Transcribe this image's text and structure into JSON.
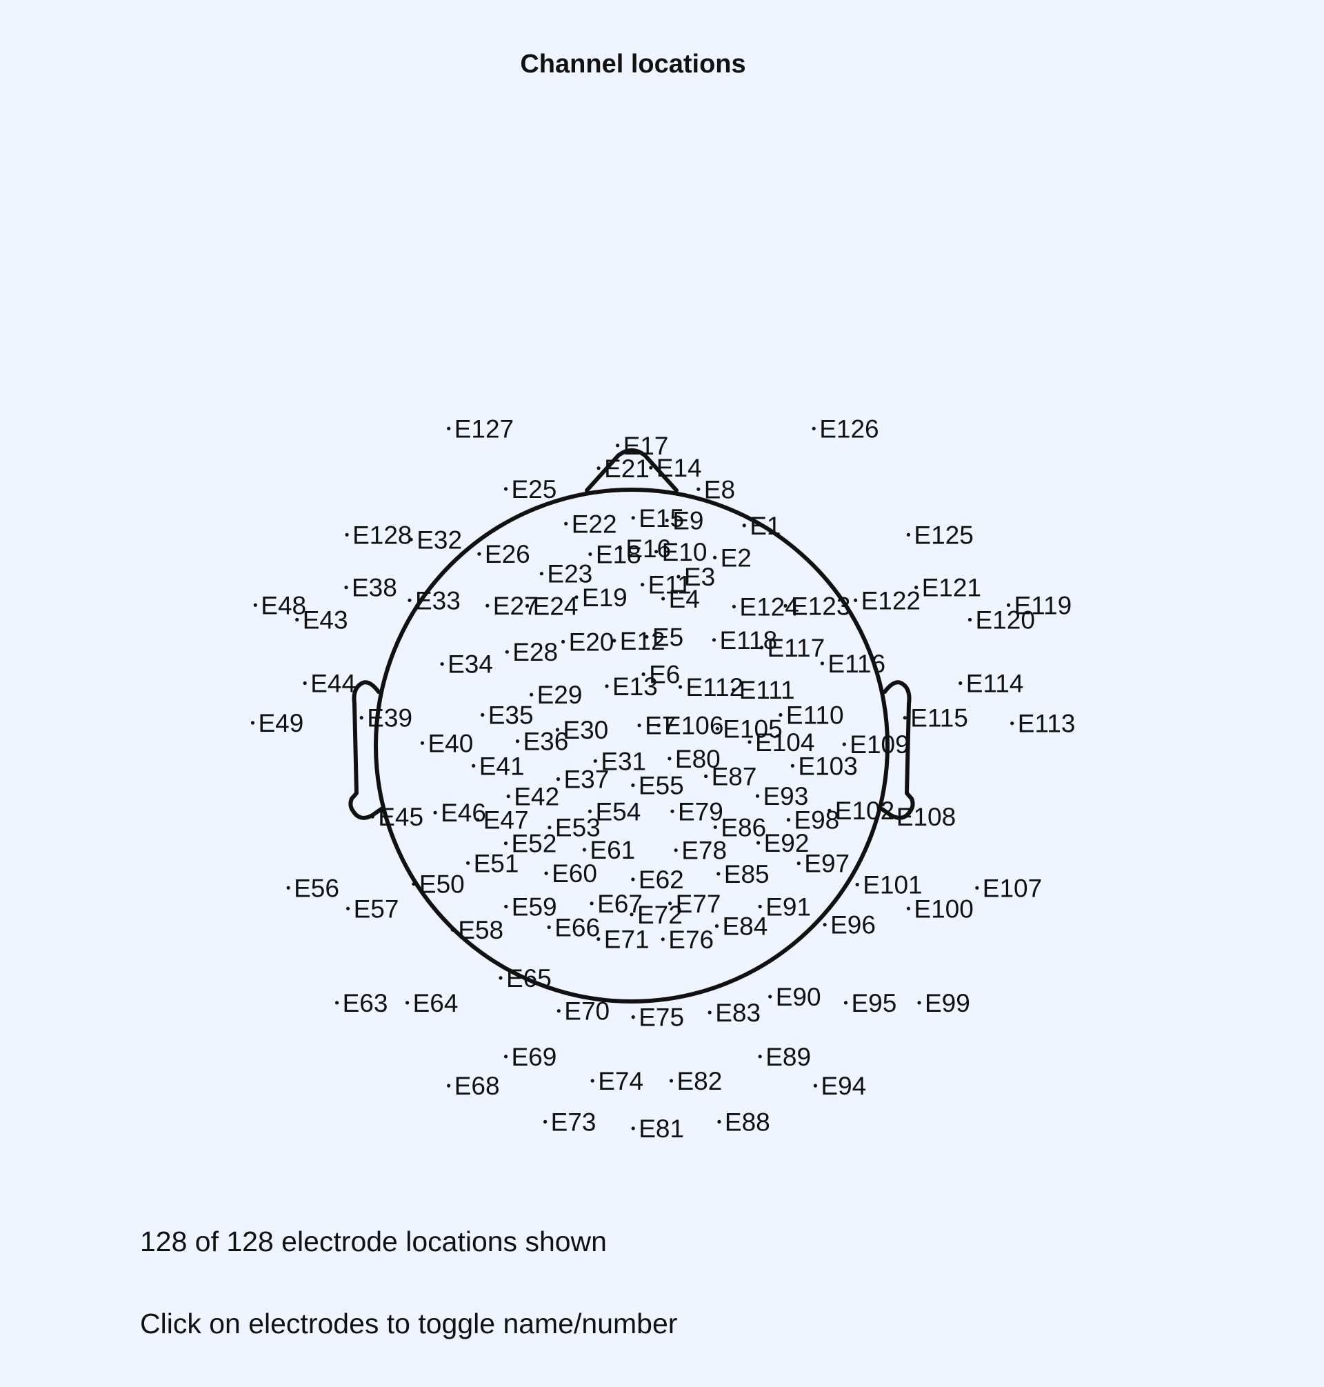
{
  "title": "Channel locations",
  "info": {
    "count_text": "128 of 128 electrode locations shown",
    "hint_text": "Click on electrodes to toggle name/number"
  },
  "electrodes": [
    {
      "label": "E1",
      "u": -0.44,
      "v": 0.86
    },
    {
      "label": "E2",
      "u": -0.325,
      "v": 0.735
    },
    {
      "label": "E3",
      "u": -0.183,
      "v": 0.66
    },
    {
      "label": "E4",
      "u": -0.123,
      "v": 0.574
    },
    {
      "label": "E5",
      "u": -0.059,
      "v": 0.425
    },
    {
      "label": "E6",
      "u": -0.046,
      "v": 0.279
    },
    {
      "label": "E7",
      "u": -0.03,
      "v": 0.079
    },
    {
      "label": "E8",
      "u": -0.261,
      "v": 1.002
    },
    {
      "label": "E9",
      "u": -0.138,
      "v": 0.88
    },
    {
      "label": "E10",
      "u": -0.096,
      "v": 0.758
    },
    {
      "label": "E11",
      "u": -0.042,
      "v": 0.629
    },
    {
      "label": "E12",
      "u": 0.068,
      "v": 0.41
    },
    {
      "label": "E13",
      "u": 0.097,
      "v": 0.232
    },
    {
      "label": "E14",
      "u": -0.075,
      "v": 1.086
    },
    {
      "label": "E15",
      "u": -0.006,
      "v": 0.89
    },
    {
      "label": "E16",
      "u": 0.045,
      "v": 0.771
    },
    {
      "label": "E17",
      "u": 0.055,
      "v": 1.173
    },
    {
      "label": "E18",
      "u": 0.162,
      "v": 0.748
    },
    {
      "label": "E19",
      "u": 0.216,
      "v": 0.58
    },
    {
      "label": "E20",
      "u": 0.268,
      "v": 0.406
    },
    {
      "label": "E21",
      "u": 0.129,
      "v": 1.084
    },
    {
      "label": "E22",
      "u": 0.257,
      "v": 0.867
    },
    {
      "label": "E23",
      "u": 0.352,
      "v": 0.672
    },
    {
      "label": "E24",
      "u": 0.408,
      "v": 0.546
    },
    {
      "label": "E25",
      "u": 0.492,
      "v": 1.003
    },
    {
      "label": "E26",
      "u": 0.596,
      "v": 0.749
    },
    {
      "label": "E27",
      "u": 0.564,
      "v": 0.547
    },
    {
      "label": "E28",
      "u": 0.487,
      "v": 0.366
    },
    {
      "label": "E29",
      "u": 0.392,
      "v": 0.199
    },
    {
      "label": "E30",
      "u": 0.29,
      "v": 0.062
    },
    {
      "label": "E31",
      "u": 0.142,
      "v": -0.06
    },
    {
      "label": "E32",
      "u": 0.862,
      "v": 0.805
    },
    {
      "label": "E33",
      "u": 0.868,
      "v": 0.568
    },
    {
      "label": "E34",
      "u": 0.741,
      "v": 0.319
    },
    {
      "label": "E35",
      "u": 0.583,
      "v": 0.12
    },
    {
      "label": "E36",
      "u": 0.446,
      "v": 0.017
    },
    {
      "label": "E37",
      "u": 0.287,
      "v": -0.131
    },
    {
      "label": "E38",
      "u": 1.116,
      "v": 0.618
    },
    {
      "label": "E39",
      "u": 1.056,
      "v": 0.109
    },
    {
      "label": "E40",
      "u": 0.818,
      "v": 0.01
    },
    {
      "label": "E41",
      "u": 0.618,
      "v": -0.079
    },
    {
      "label": "E42",
      "u": 0.482,
      "v": -0.198
    },
    {
      "label": "E43",
      "u": 1.308,
      "v": 0.492
    },
    {
      "label": "E44",
      "u": 1.277,
      "v": 0.244
    },
    {
      "label": "E45",
      "u": 1.013,
      "v": -0.278
    },
    {
      "label": "E46",
      "u": 0.768,
      "v": -0.262
    },
    {
      "label": "E47",
      "u": 0.602,
      "v": -0.29
    },
    {
      "label": "E48",
      "u": 1.471,
      "v": 0.549
    },
    {
      "label": "E49",
      "u": 1.481,
      "v": 0.089
    },
    {
      "label": "E50",
      "u": 0.852,
      "v": -0.541
    },
    {
      "label": "E51",
      "u": 0.64,
      "v": -0.459
    },
    {
      "label": "E52",
      "u": 0.492,
      "v": -0.382
    },
    {
      "label": "E53",
      "u": 0.321,
      "v": -0.32
    },
    {
      "label": "E54",
      "u": 0.163,
      "v": -0.257
    },
    {
      "label": "E55",
      "u": -0.005,
      "v": -0.155
    },
    {
      "label": "E56",
      "u": 1.342,
      "v": -0.556
    },
    {
      "label": "E57",
      "u": 1.109,
      "v": -0.637
    },
    {
      "label": "E58",
      "u": 0.7,
      "v": -0.72
    },
    {
      "label": "E59",
      "u": 0.491,
      "v": -0.629
    },
    {
      "label": "E60",
      "u": 0.334,
      "v": -0.499
    },
    {
      "label": "E61",
      "u": 0.185,
      "v": -0.407
    },
    {
      "label": "E62",
      "u": -0.005,
      "v": -0.523
    },
    {
      "label": "E63",
      "u": 1.152,
      "v": -1.005
    },
    {
      "label": "E64",
      "u": 0.877,
      "v": -1.005
    },
    {
      "label": "E65",
      "u": 0.512,
      "v": -0.908
    },
    {
      "label": "E66",
      "u": 0.323,
      "v": -0.71
    },
    {
      "label": "E67",
      "u": 0.156,
      "v": -0.617
    },
    {
      "label": "E68",
      "u": 0.715,
      "v": -1.329
    },
    {
      "label": "E69",
      "u": 0.492,
      "v": -1.215
    },
    {
      "label": "E70",
      "u": 0.285,
      "v": -1.037
    },
    {
      "label": "E71",
      "u": 0.13,
      "v": -0.756
    },
    {
      "label": "E72",
      "u": 0.0,
      "v": -0.66
    },
    {
      "label": "E73",
      "u": 0.338,
      "v": -1.47
    },
    {
      "label": "E74",
      "u": 0.153,
      "v": -1.31
    },
    {
      "label": "E75",
      "u": -0.006,
      "v": -1.061
    },
    {
      "label": "E76",
      "u": -0.122,
      "v": -0.757
    },
    {
      "label": "E77",
      "u": -0.15,
      "v": -0.617
    },
    {
      "label": "E78",
      "u": -0.173,
      "v": -0.409
    },
    {
      "label": "E79",
      "u": -0.159,
      "v": -0.257
    },
    {
      "label": "E80",
      "u": -0.148,
      "v": -0.051
    },
    {
      "label": "E81",
      "u": -0.006,
      "v": -1.496
    },
    {
      "label": "E82",
      "u": -0.155,
      "v": -1.31
    },
    {
      "label": "E83",
      "u": -0.305,
      "v": -1.043
    },
    {
      "label": "E84",
      "u": -0.333,
      "v": -0.705
    },
    {
      "label": "E85",
      "u": -0.339,
      "v": -0.501
    },
    {
      "label": "E86",
      "u": -0.327,
      "v": -0.319
    },
    {
      "label": "E87",
      "u": -0.29,
      "v": -0.12
    },
    {
      "label": "E88",
      "u": -0.342,
      "v": -1.47
    },
    {
      "label": "E89",
      "u": -0.502,
      "v": -1.215
    },
    {
      "label": "E90",
      "u": -0.541,
      "v": -0.981
    },
    {
      "label": "E91",
      "u": -0.502,
      "v": -0.629
    },
    {
      "label": "E92",
      "u": -0.495,
      "v": -0.38
    },
    {
      "label": "E93",
      "u": -0.492,
      "v": -0.197
    },
    {
      "label": "E94",
      "u": -0.718,
      "v": -1.329
    },
    {
      "label": "E95",
      "u": -0.837,
      "v": -1.005
    },
    {
      "label": "E96",
      "u": -0.755,
      "v": -0.7
    },
    {
      "label": "E97",
      "u": -0.653,
      "v": -0.46
    },
    {
      "label": "E98",
      "u": -0.613,
      "v": -0.29
    },
    {
      "label": "E99",
      "u": -1.124,
      "v": -1.005
    },
    {
      "label": "E100",
      "u": -1.082,
      "v": -0.637
    },
    {
      "label": "E101",
      "u": -0.882,
      "v": -0.543
    },
    {
      "label": "E102",
      "u": -0.773,
      "v": -0.254
    },
    {
      "label": "E103",
      "u": -0.629,
      "v": -0.079
    },
    {
      "label": "E104",
      "u": -0.461,
      "v": 0.014
    },
    {
      "label": "E105",
      "u": -0.335,
      "v": 0.066
    },
    {
      "label": "E106",
      "u": -0.105,
      "v": 0.079
    },
    {
      "label": "E107",
      "u": -1.35,
      "v": -0.556
    },
    {
      "label": "E108",
      "u": -1.013,
      "v": -0.278
    },
    {
      "label": "E109",
      "u": -0.831,
      "v": 0.005
    },
    {
      "label": "E110",
      "u": -0.582,
      "v": 0.12
    },
    {
      "label": "E111",
      "u": -0.398,
      "v": 0.218
    },
    {
      "label": "E112",
      "u": -0.19,
      "v": 0.229
    },
    {
      "label": "E113",
      "u": -1.487,
      "v": 0.087
    },
    {
      "label": "E114",
      "u": -1.285,
      "v": 0.244
    },
    {
      "label": "E115",
      "u": -1.068,
      "v": 0.109
    },
    {
      "label": "E116",
      "u": -0.745,
      "v": 0.321
    },
    {
      "label": "E117",
      "u": -0.508,
      "v": 0.383
    },
    {
      "label": "E118",
      "u": -0.322,
      "v": 0.413
    },
    {
      "label": "E119",
      "u": -1.473,
      "v": 0.549
    },
    {
      "label": "E120",
      "u": -1.322,
      "v": 0.492
    },
    {
      "label": "E121",
      "u": -1.112,
      "v": 0.618
    },
    {
      "label": "E122",
      "u": -0.875,
      "v": 0.568
    },
    {
      "label": "E123",
      "u": -0.601,
      "v": 0.546
    },
    {
      "label": "E124",
      "u": -0.4,
      "v": 0.543
    },
    {
      "label": "E125",
      "u": -1.082,
      "v": 0.824
    },
    {
      "label": "E126",
      "u": -0.712,
      "v": 1.239
    },
    {
      "label": "E127",
      "u": 0.715,
      "v": 1.239
    },
    {
      "label": "E128",
      "u": 1.113,
      "v": 0.824
    }
  ]
}
